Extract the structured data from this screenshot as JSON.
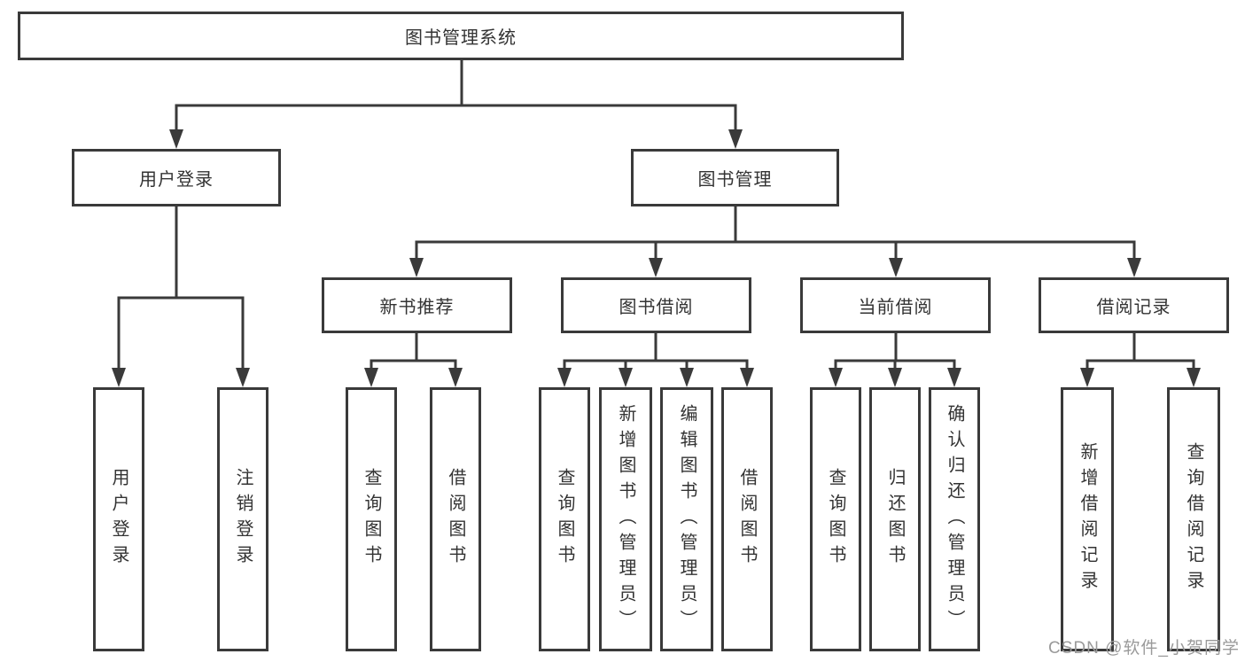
{
  "diagram": {
    "root": {
      "label": "图书管理系统"
    },
    "branches": {
      "user_login": {
        "label": "用户登录",
        "children": [
          "用户登录",
          "注销登录"
        ]
      },
      "book_management": {
        "label": "图书管理",
        "sections": {
          "new_book": {
            "label": "新书推荐",
            "children": [
              "查询图书",
              "借阅图书"
            ]
          },
          "borrow": {
            "label": "图书借阅",
            "children": [
              "查询图书",
              "新增图书（管理员）",
              "编辑图书（管理员）",
              "借阅图书"
            ]
          },
          "current": {
            "label": "当前借阅",
            "children": [
              "查询图书",
              "归还图书",
              "确认归还（管理员）"
            ]
          },
          "records": {
            "label": "借阅记录",
            "children": [
              "新增借阅记录",
              "查询借阅记录"
            ]
          }
        }
      }
    }
  },
  "watermark": {
    "text": "CSDN @软件_小贺同学"
  },
  "colors": {
    "line": "#3a3a3a",
    "border": "#3a3a3a",
    "text": "#333333",
    "watermark": "#9a9a9a",
    "background": "#ffffff"
  }
}
